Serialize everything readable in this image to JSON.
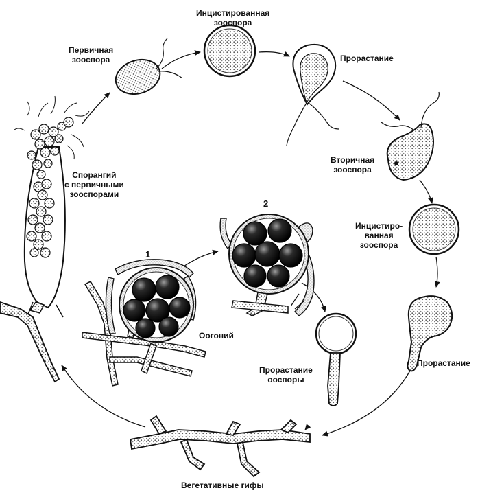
{
  "labels": {
    "primary_zoospore": [
      "Первичная",
      "зооспора"
    ],
    "encysted_zoospore_1": [
      "Инцистированная",
      "зооспора"
    ],
    "germination_1": "Прорастание",
    "secondary_zoospore": [
      "Вторичная",
      "зооспора"
    ],
    "sporangium": [
      "Спорангий",
      "с первичными",
      "зооспорами"
    ],
    "encysted_zoospore_2": [
      "Инцистиро-",
      "ванная",
      "зооспора"
    ],
    "germination_2": "Прорастание",
    "oogonium": "Оогоний",
    "oospore_germination": [
      "Прорастание",
      "ооспоры"
    ],
    "vegetative_hyphae": "Вегетативные гифы",
    "stage_1": "1",
    "stage_2": "2"
  },
  "colors": {
    "ink": "#111111",
    "stipple": "#bdbdbd",
    "cell_fill": "#f2f2f2",
    "oospore": "#1a1a1a"
  }
}
